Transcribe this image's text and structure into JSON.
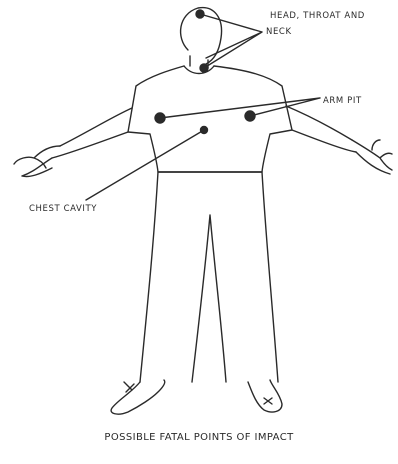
{
  "labels": {
    "head_line1": "HEAD, THROAT AND",
    "head_line2": "NECK",
    "arm_pit": "ARM PIT",
    "chest_cavity": "CHEST CAVITY"
  },
  "caption": "POSSIBLE FATAL POINTS OF IMPACT",
  "colors": {
    "ink": "#2a2a2a",
    "background": "#ffffff"
  }
}
